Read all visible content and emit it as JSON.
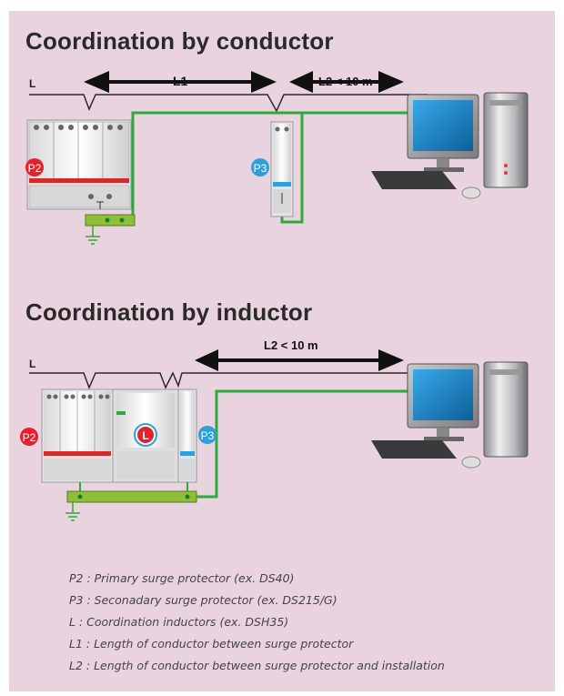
{
  "section1": {
    "title": "Coordination by conductor",
    "line_label": "L",
    "len1_label": "L1",
    "len2_label": "L2 < 10 m",
    "p2_badge": "P2",
    "p3_badge": "P3"
  },
  "section2": {
    "title": "Coordination by inductor",
    "line_label": "L",
    "len2_label": "L2 < 10 m",
    "p2_badge": "P2",
    "inductor_badge": "L",
    "p3_badge": "P3"
  },
  "legend": [
    "P2 : Primary surge protector (ex. DS40)",
    "P3 : Seconadary surge protector (ex. DS215/G)",
    "L : Coordination inductors (ex. DSH35)",
    "L1 : Length of conductor between surge protector",
    "L2 : Length of conductor between surge protector and installation"
  ],
  "colors": {
    "background": "#e8d3de",
    "ground_wire": "#2eaa3c",
    "p2_badge": "#e3222b",
    "p3_badge": "#2e9fd8",
    "inductor_badge": "#e3222b"
  },
  "icons": [
    "surge-protector-module",
    "computer-workstation-icon",
    "ground-symbol-icon",
    "double-arrow-icon"
  ]
}
